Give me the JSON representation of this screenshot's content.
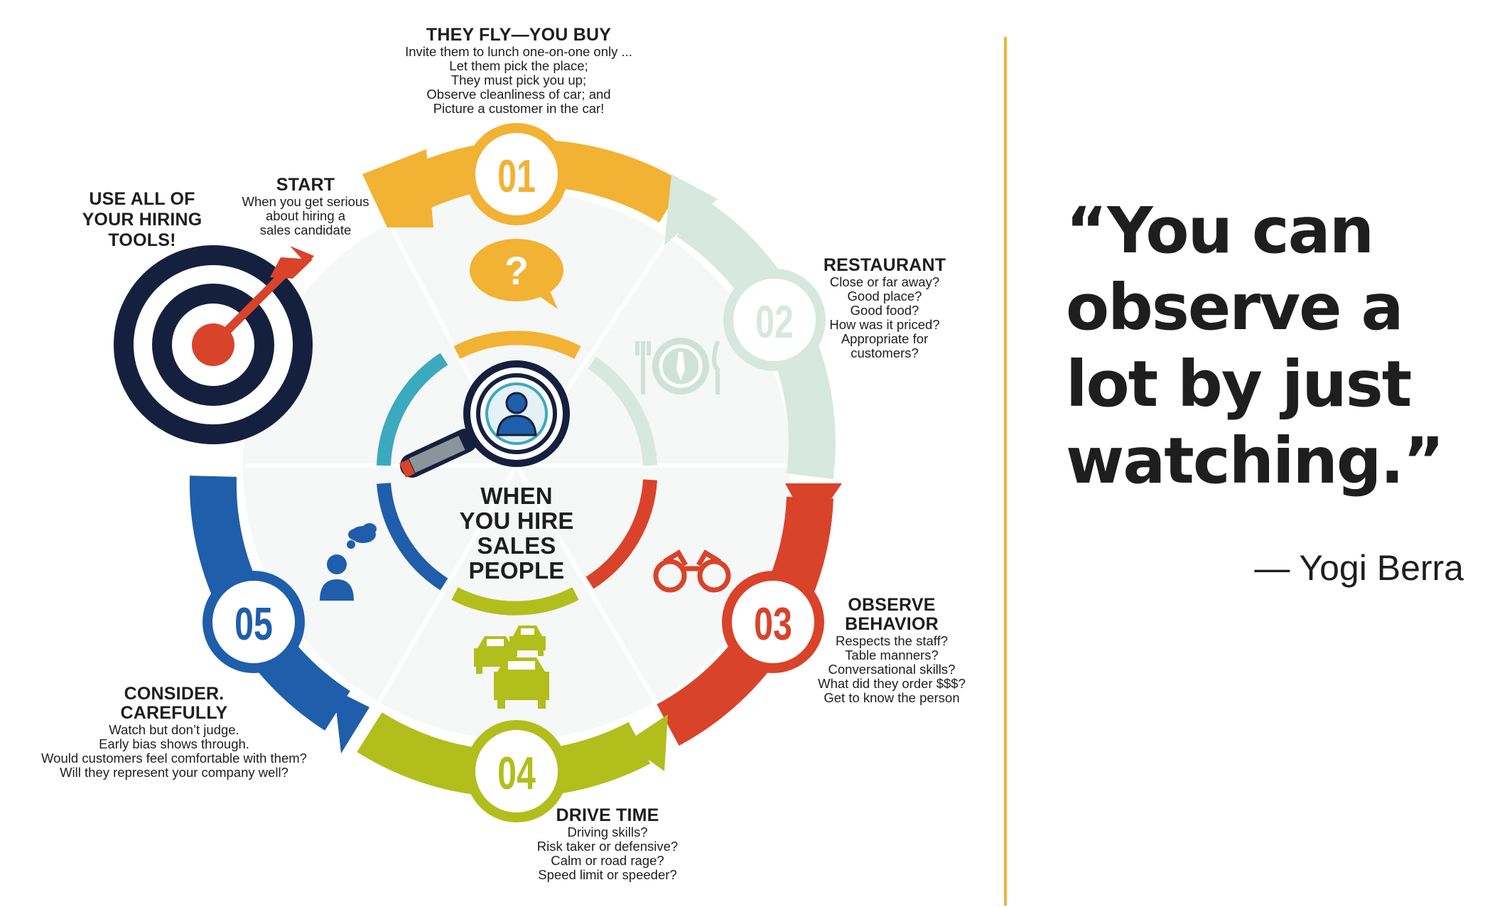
{
  "steps": [
    {
      "number": "01",
      "title": "THEY FLY—YOU BUY",
      "lines": [
        "Invite them to lunch one-on-one only ...",
        "Let them pick the place;",
        "They must pick you up;",
        "Observe cleanliness of car; and",
        "Picture a customer in the car!"
      ],
      "color": "#F2B233"
    },
    {
      "number": "02",
      "title": "RESTAURANT",
      "lines": [
        "Close or far away?",
        "Good place?",
        "Good food?",
        "How was it priced?",
        "Appropriate for",
        "customers?"
      ],
      "color": "#D6E8DF"
    },
    {
      "number": "03",
      "title_lines": [
        "OBSERVE",
        "BEHAVIOR"
      ],
      "lines": [
        "Respects the staff?",
        "Table manners?",
        "Conversational skills?",
        "What did they order $$$?",
        "Get to know the person"
      ],
      "color": "#D9432A"
    },
    {
      "number": "04",
      "title": "DRIVE TIME",
      "lines": [
        "Driving skills?",
        "Risk taker or defensive?",
        "Calm or road rage?",
        "Speed limit or speeder?"
      ],
      "color": "#B2BE1C"
    },
    {
      "number": "05",
      "title_lines": [
        "CONSIDER.",
        "CAREFULLY"
      ],
      "lines": [
        "Watch but don’t judge.",
        "Early bias shows through.",
        "Would customers feel comfortable with them?",
        "Will they represent your company well?"
      ],
      "color": "#1F5EAA"
    }
  ],
  "start": {
    "title": "START",
    "lines": [
      "When you get serious",
      "about hiring a",
      "sales candidate"
    ]
  },
  "tools_label": [
    "USE ALL OF",
    "YOUR HIRING",
    "TOOLS!"
  ],
  "center_label": [
    "WHEN",
    "YOU HIRE",
    "SALES",
    "PEOPLE"
  ],
  "question_mark": "?",
  "quote": {
    "lines": [
      "“You can",
      "observe a",
      "lot by just",
      "watching.”"
    ],
    "author": "— Yogi Berra"
  },
  "colors": {
    "divider": "#F2B233",
    "navy": "#15203F",
    "teal": "#3BA9BE",
    "text": "#1e1e1e"
  }
}
